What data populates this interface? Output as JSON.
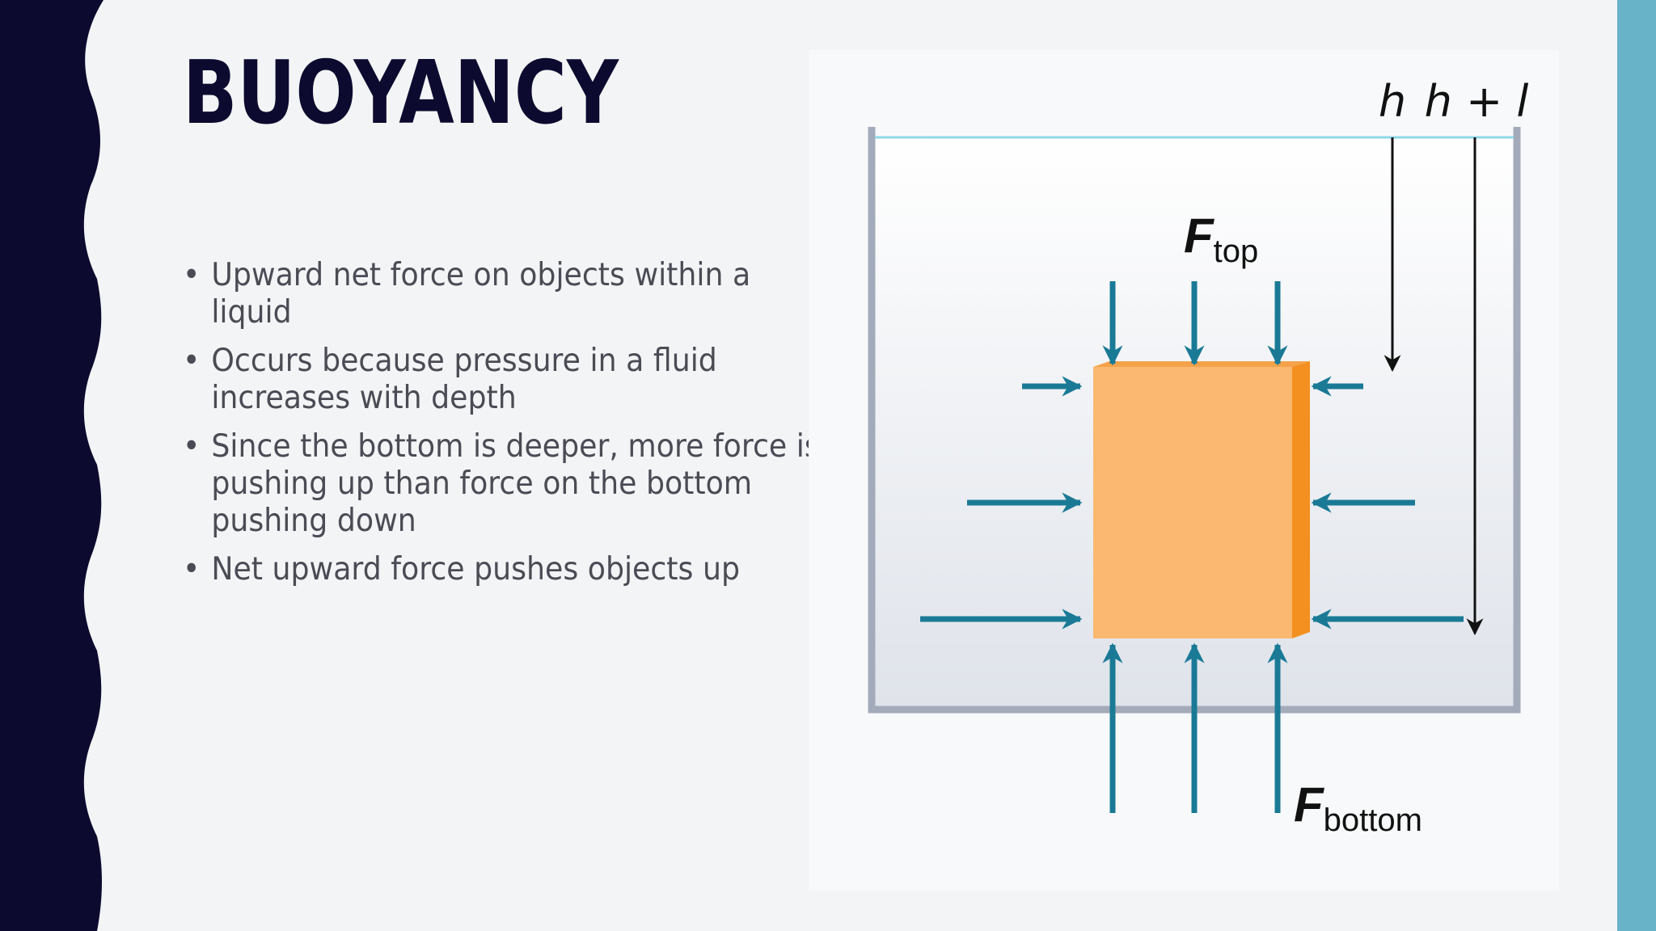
{
  "slide": {
    "title": "BUOYANCY",
    "bullets": [
      "Upward net force on objects within a liquid",
      "Occurs because pressure in a fluid increases with depth",
      "Since the bottom is deeper, more force is pushing up than force on the bottom pushing down",
      "Net upward force pushes objects up"
    ]
  },
  "diagram": {
    "depth_label_h": "h",
    "depth_label_hl": "h + l",
    "force_top_symbol": "F",
    "force_top_subscript": "top",
    "force_bottom_symbol": "F",
    "force_bottom_subscript": "bottom"
  },
  "colors": {
    "sidebar": "#0c0a2e",
    "accent": "#68b3c8",
    "arrow": "#1a7a96",
    "block_front": "#fbb870",
    "block_edge": "#f39020",
    "water_line": "#8fd8ea"
  }
}
